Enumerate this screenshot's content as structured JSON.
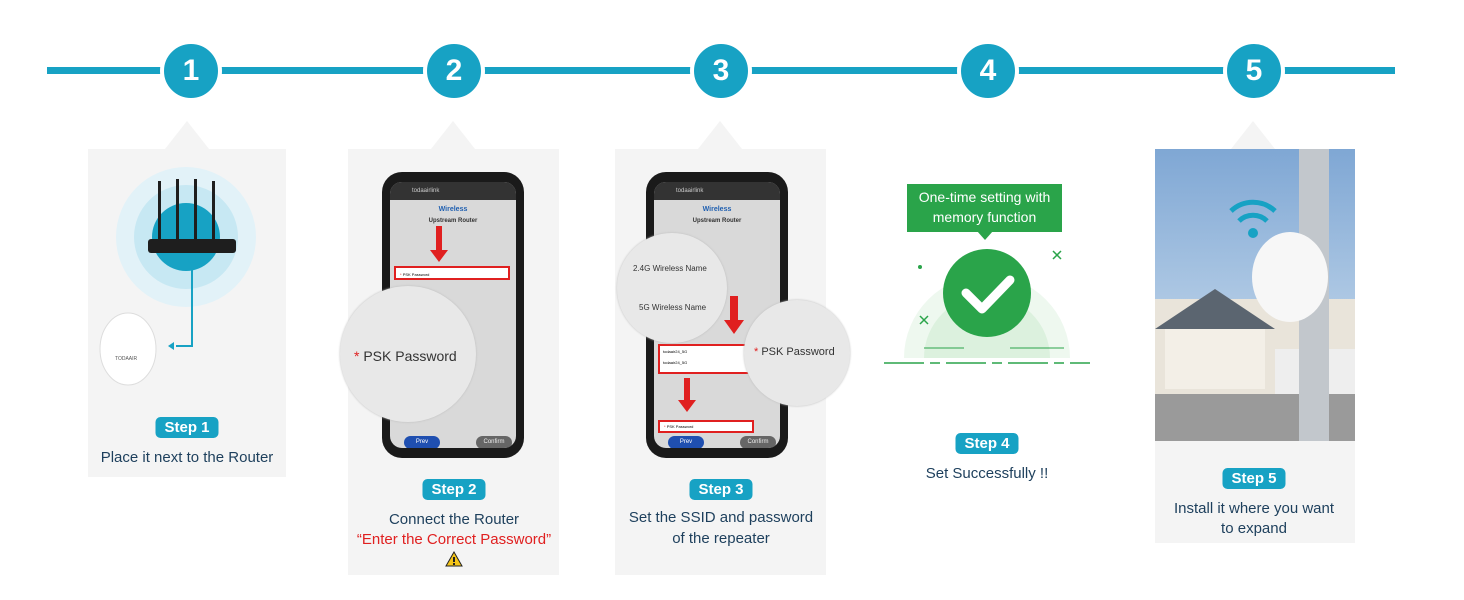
{
  "steps": [
    {
      "number": "1",
      "badge": "Step 1",
      "desc": "Place it next to the Router"
    },
    {
      "number": "2",
      "badge": "Step 2",
      "desc": "Connect the Router",
      "warning": "“Enter the Correct Password”"
    },
    {
      "number": "3",
      "badge": "Step 3",
      "desc_line1": "Set the SSID and password",
      "desc_line2": "of the repeater"
    },
    {
      "number": "4",
      "badge": "Step 4",
      "desc": "Set Successfully !!",
      "callout_line1": "One-time setting with",
      "callout_line2": "memory function"
    },
    {
      "number": "5",
      "badge": "Step 5",
      "desc_line1": "Install it where you want",
      "desc_line2": "to expand"
    }
  ],
  "phone": {
    "url": "todaairlink",
    "header": "Wireless",
    "section": "Upstream Router",
    "prev": "Prev",
    "confirm": "Confirm",
    "psk_label": "PSK Password",
    "field_24": "2.4G Wireless Name",
    "field_5": "5G Wireless Name",
    "val_24": "todaair24_5G",
    "val_5": "todaair24_5G"
  },
  "bubble2": {
    "label": "PSK Password"
  },
  "bubble3": {
    "label_24": "2.4G Wireless Name",
    "label_5": "5G Wireless Name",
    "psk": "PSK Password"
  },
  "device_brand": "TODAAIR",
  "colors": {
    "accent": "#17a2c4",
    "success": "#2aa44a",
    "warning": "#e02020"
  }
}
